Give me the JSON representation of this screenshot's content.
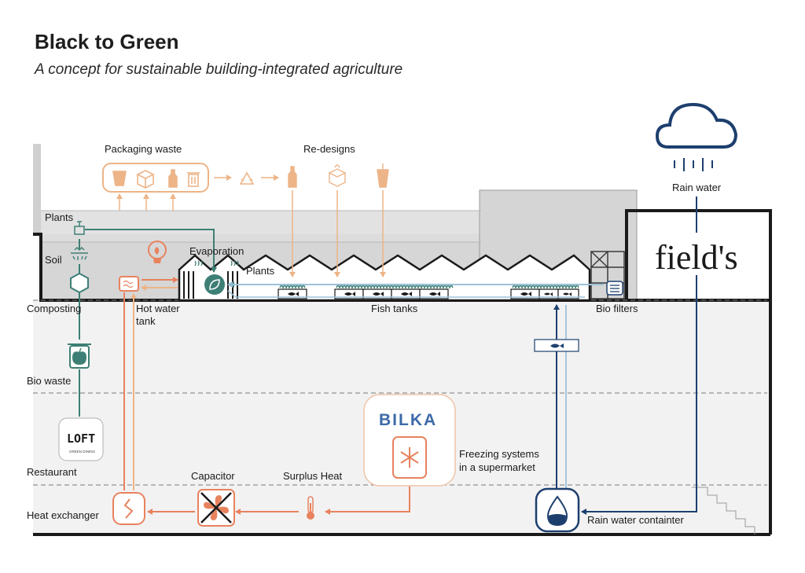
{
  "header": {
    "title": "Black to Green",
    "subtitle": "A concept for sustainable building-integrated agriculture"
  },
  "labels": {
    "packaging_waste": "Packaging waste",
    "redesigns": "Re-designs",
    "plants_roof": "Plants",
    "soil": "Soil",
    "evaporation": "Evaporation",
    "plants": "Plants",
    "composting": "Composting",
    "hot_water_tank_1": "Hot water",
    "hot_water_tank_2": "tank",
    "fish_tanks": "Fish tanks",
    "bio_filters": "Bio filters",
    "bio_waste": "Bio waste",
    "restaurant": "Restaurant",
    "capacitor": "Capacitor",
    "surplus_heat": "Surplus Heat",
    "freezing_1": "Freezing systems",
    "freezing_2": "in a supermarket",
    "heat_exchanger": "Heat exchanger",
    "rain_water": "Rain water",
    "rain_container": "Rain water containter"
  },
  "logos": {
    "fields": "field's",
    "bilka": "BILKA",
    "loft": "LOFT",
    "loft_sub": "GREEN DINING"
  },
  "colors": {
    "orange": "#e8825e",
    "light_orange": "#edb487",
    "teal": "#3d7f75",
    "blue": "#1d3f6e",
    "light_blue": "#9cc2d9",
    "dark": "#1a1a1a",
    "building_gray": "#d9d9d9",
    "floor_gray": "#f0f0f0"
  },
  "icons": [
    "cloud-icon",
    "rain-drops-icon",
    "cup-icon",
    "box-icon",
    "bottle-icon",
    "bin-icon",
    "recycle-icon",
    "leaf-icon",
    "bulb-icon",
    "hexagon-icon",
    "apple-jar-icon",
    "fish-icon",
    "filter-icon",
    "snowflake-icon",
    "thermometer-icon",
    "fan-icon",
    "zigzag-icon",
    "water-drop-icon",
    "waves-icon"
  ]
}
